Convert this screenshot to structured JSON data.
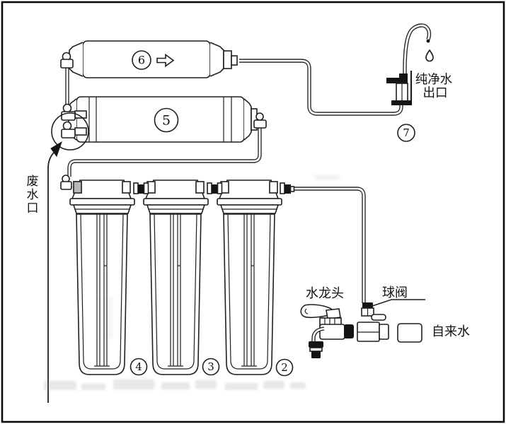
{
  "diagram": {
    "labels": {
      "waste_outlet_chars": [
        "废",
        "水",
        "口"
      ],
      "pure_water_outlet_lines": [
        "纯净水",
        "出口"
      ],
      "faucet": "水龙头",
      "ball_valve": "球阀",
      "tap_water": "自来水"
    },
    "stages": {
      "filter6": "6",
      "filter5": "5",
      "housing4": "4",
      "housing3": "3",
      "housing2": "2",
      "outlet7": "7"
    },
    "colors": {
      "line": "#1f1f1f",
      "background": "#ffffff",
      "dark_fill": "#141414",
      "shaded_tab": "#b9b9b9"
    }
  }
}
